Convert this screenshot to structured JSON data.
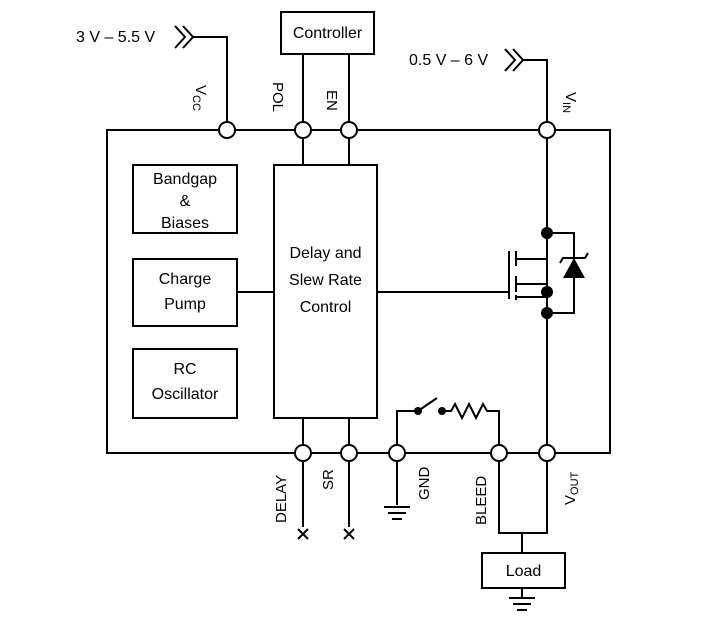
{
  "supplies": {
    "vcc_range": "3 V – 5.5 V",
    "vin_range": "0.5 V – 6 V"
  },
  "blocks": {
    "controller": "Controller",
    "bandgap": [
      "Bandgap",
      "&",
      "Biases"
    ],
    "charge_pump": [
      "Charge",
      "Pump"
    ],
    "rc_oscillator": [
      "RC",
      "Oscillator"
    ],
    "delay_slew": [
      "Delay and",
      "Slew Rate",
      "Control"
    ],
    "load": "Load"
  },
  "pins": {
    "vcc": {
      "main": "V",
      "sub": "CC"
    },
    "pol": "POL",
    "en": "EN",
    "vin": {
      "main": "V",
      "sub": "IN"
    },
    "delay": "DELAY",
    "sr": "SR",
    "gnd": "GND",
    "bleed": "BLEED",
    "vout": {
      "main": "V",
      "sub": "OUT"
    }
  }
}
